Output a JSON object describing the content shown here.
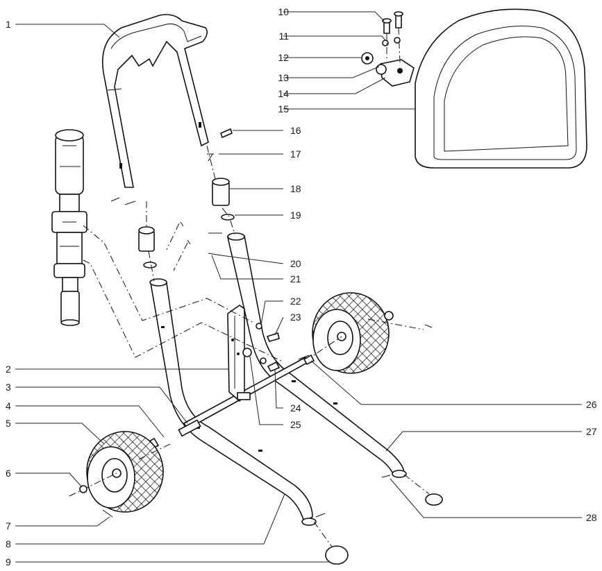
{
  "callouts": {
    "left": [
      "1",
      "2",
      "3",
      "4",
      "5",
      "6",
      "7",
      "8",
      "9"
    ],
    "top_right": [
      "10",
      "11",
      "12",
      "13",
      "14",
      "15"
    ],
    "right": [
      "16",
      "17",
      "18",
      "19",
      "20",
      "21"
    ],
    "center": [
      "22",
      "23",
      "24",
      "25"
    ],
    "bottom_right": [
      "26",
      "27",
      "28"
    ]
  },
  "colors": {
    "line": "#111111",
    "background": "#ffffff"
  }
}
